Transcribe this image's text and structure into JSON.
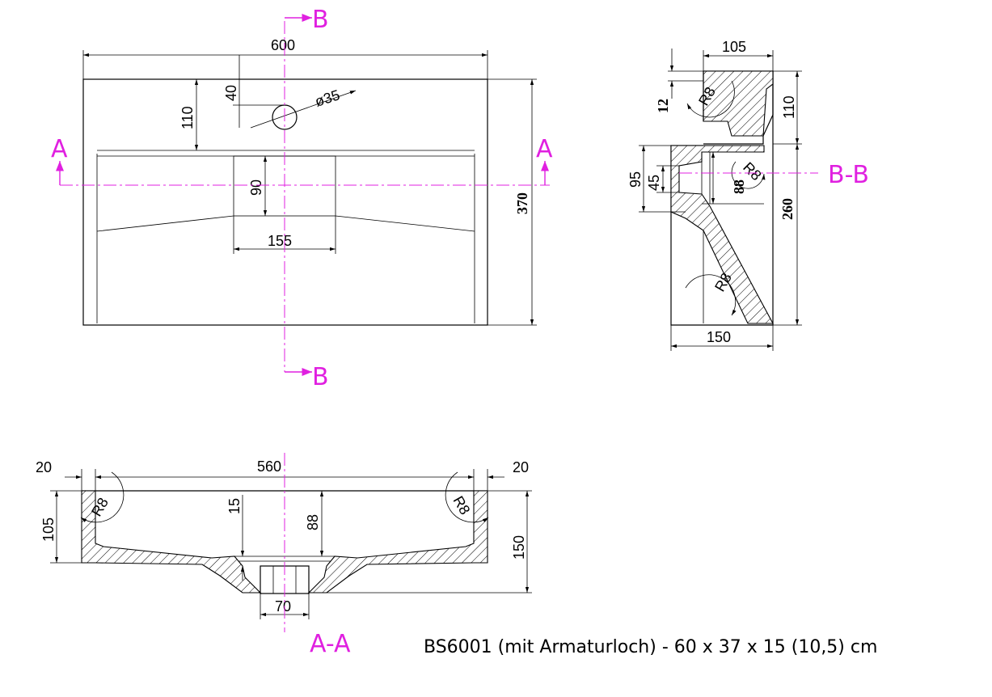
{
  "colors": {
    "line": "#000000",
    "section_marker": "#e020e0",
    "background": "#ffffff"
  },
  "top_view": {
    "dim_width": "600",
    "dim_tap_offset": "40",
    "dim_tap_hole": "ø35",
    "dim_back_depth": "110",
    "dim_drain_depth": "90",
    "dim_drain_width": "155",
    "dim_total_depth": "370",
    "section_a_left": "A",
    "section_a_right": "A",
    "section_b_top": "B",
    "section_b_bottom": "B"
  },
  "side_section": {
    "dim_top_width": "105",
    "dim_rim": "12",
    "dim_back_height": "110",
    "dim_outlet_height": "95",
    "dim_outlet_inner": "45",
    "dim_depth": "88",
    "dim_total_height": "260",
    "dim_base_width": "150",
    "radius_label": "R8",
    "section_label": "B-B"
  },
  "front_section": {
    "dim_left_wall": "20",
    "dim_inner_width": "560",
    "dim_right_wall": "20",
    "dim_side_height": "105",
    "dim_drop": "15",
    "dim_basin_depth": "88",
    "dim_total_height": "150",
    "dim_drain_width": "70",
    "radius_label": "R8",
    "section_label": "A-A"
  },
  "caption": "BS6001 (mit Armaturloch) - 60 x 37 x 15 (10,5) cm"
}
